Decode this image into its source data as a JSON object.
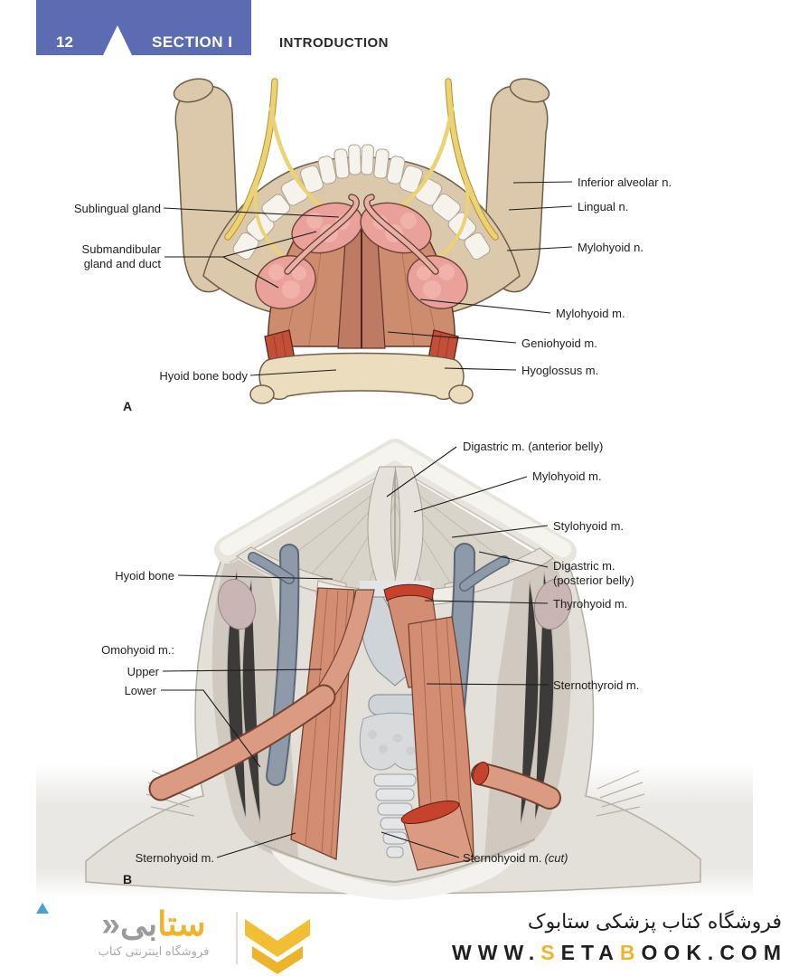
{
  "header": {
    "page_number": "12",
    "section": "SECTION I",
    "chapter": "INTRODUCTION"
  },
  "figure_a": {
    "panel_label": "A",
    "labels": {
      "sublingual": "Sublingual gland",
      "submandibular_line1": "Submandibular",
      "submandibular_line2": "gland and duct",
      "hyoid_bone_body": "Hyoid bone body",
      "inferior_alveolar": "Inferior alveolar n.",
      "lingual": "Lingual n.",
      "mylohyoid_n": "Mylohyoid n.",
      "mylohyoid_m": "Mylohyoid m.",
      "geniohyoid": "Geniohyoid m.",
      "hyoglossus": "Hyoglossus m."
    }
  },
  "figure_b": {
    "panel_label": "B",
    "labels": {
      "digastric_anterior": "Digastric m. (anterior belly)",
      "mylohyoid": "Mylohyoid m.",
      "stylohyoid": "Stylohyoid m.",
      "digastric_posterior_line1": "Digastric m.",
      "digastric_posterior_line2": "(posterior belly)",
      "thyrohyoid": "Thyrohyoid m.",
      "sternothyroid": "Sternothyroid m.",
      "hyoid_bone": "Hyoid bone",
      "omohyoid_heading": "Omohyoid m.:",
      "omohyoid_upper": "Upper",
      "omohyoid_lower": "Lower",
      "sternohyoid": "Sternohyoid m.",
      "sternohyoid_cut": "Sternohyoid m.",
      "sternohyoid_cut_suffix": "(cut)"
    }
  },
  "footer": {
    "store_title": "فروشگاه کتاب پزشکی ستابوک",
    "url_parts": {
      "p1": "WWW.",
      "p2": "S",
      "p3": "ETA",
      "p4": "B",
      "p5": "OOK.COM"
    },
    "logo": {
      "name_yellow": "ستا",
      "name_gray": "بی",
      "mark": "«",
      "tagline": "فروشگاه اینترنتی کتاب"
    }
  },
  "colors": {
    "header_blue": "#5B6CB2",
    "accent_yellow": "#F0B32B",
    "footer_triangle_blue": "#4AA0CF",
    "leader_line": "#1a1a1a"
  }
}
